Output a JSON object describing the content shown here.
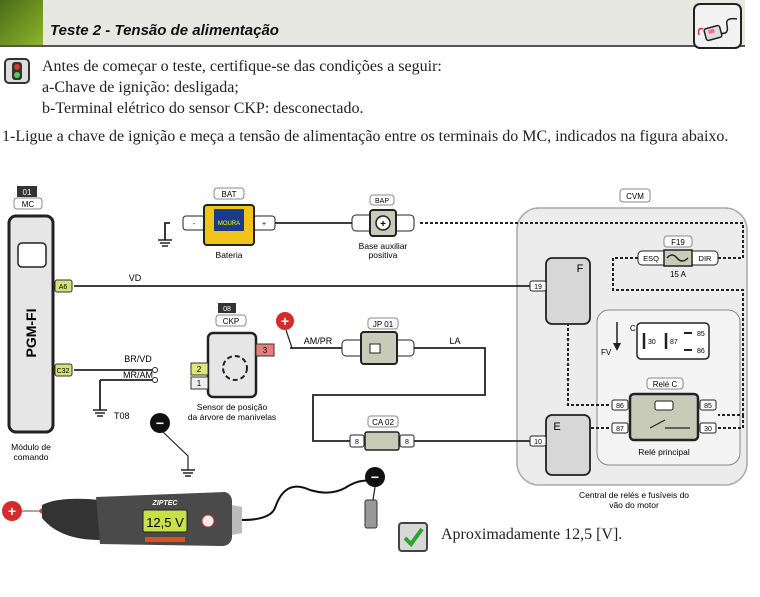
{
  "header": {
    "title": "Teste 2 - Tensão de alimentação",
    "icon": "multimeter-icon"
  },
  "intro": {
    "icon": "traffic-light-icon",
    "lines": [
      "Antes de começar o teste, certifique-se das condições a seguir:",
      "a-Chave de ignição: desligada;",
      "b-Terminal elétrico do sensor CKP: desconectado."
    ]
  },
  "step": "1-Ligue a chave de ignição e meça a tensão de alimentação entre os terminais do MC, indicados na figura abaixo.",
  "diagram": {
    "mc": {
      "number": "01",
      "tag": "MC",
      "label": "PGM-FI",
      "caption_1": "Módulo de",
      "caption_2": "comando",
      "pin_a6": "A6",
      "pin_c32": "C32"
    },
    "battery": {
      "tag": "BAT",
      "caption": "Bateria",
      "neg": "-",
      "pos": "+",
      "brand": "MOURA"
    },
    "bap": {
      "tag": "BAP",
      "caption_1": "Base auxiliar",
      "caption_2": "positiva"
    },
    "wires": {
      "vd": "VD",
      "brvd": "BR/VD",
      "mram": "MR/AM",
      "ampr": "AM/PR",
      "la": "LA",
      "ground": "T08"
    },
    "ckp": {
      "number": "08",
      "tag": "CKP",
      "caption_1": "Sensor de posição",
      "caption_2": "da árvore de manivelas",
      "pins": [
        "3",
        "2",
        "1"
      ]
    },
    "jp01": {
      "tag": "JP 01"
    },
    "ca02": {
      "tag": "CA 02",
      "pin_left": "8",
      "pin_right": "8"
    },
    "cvm": {
      "tag": "CVM",
      "caption_1": "Central de relés e fusíveis do",
      "caption_2": "vão do motor",
      "connector_f": "F",
      "pin_f": "19",
      "connector_e": "E",
      "pin_e": "10",
      "fuse": {
        "tag": "F19",
        "left": "ESQ",
        "right": "DIR",
        "rating": "15 A"
      },
      "relay": {
        "tag": "Relé C",
        "caption": "Relé principal",
        "pins": [
          "86",
          "87",
          "85",
          "30"
        ],
        "position": "C",
        "fv": "FV",
        "legend_pins": [
          "30",
          "87",
          "85",
          "86"
        ]
      }
    },
    "probe_pos": "+",
    "probe_neg": "−",
    "meter": {
      "brand": "ZIPTEC",
      "reading": "12,5 V"
    }
  },
  "result": {
    "icon": "checkmark-icon",
    "text": "Aproximadamente 12,5 [V]."
  }
}
